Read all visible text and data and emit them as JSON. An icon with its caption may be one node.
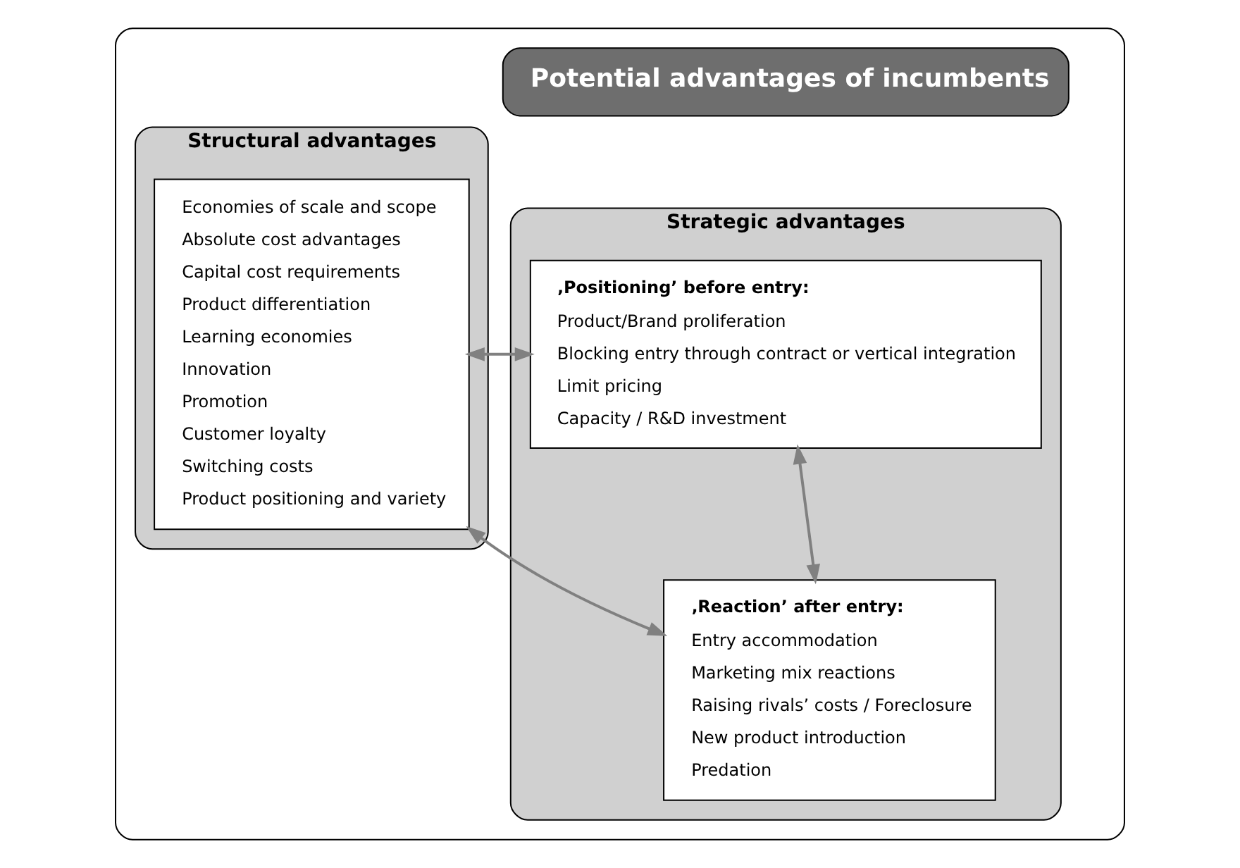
{
  "diagram": {
    "nodes": [
      {
        "text": [],
        "shape": "box"
      },
      {
        "text": [
          "Potential advantages of incumbents"
        ],
        "in": 0
      },
      {
        "text": [
          "Structural advantages"
        ],
        "in": 0
      },
      {
        "text": [
          "Economies of scale and scope",
          "Absolute cost advantages",
          "Capital cost requirements",
          "Product differentiation",
          "Learning economies",
          "Innovation",
          "Promotion",
          "Customer loyalty",
          "Switching costs",
          "Product positioning and variety"
        ],
        "in": 2
      },
      {
        "text": [
          "Strategic advantages"
        ],
        "in": 0
      },
      {
        "text": [
          "‚Positioning’ before entry:",
          "Product/Brand proliferation",
          "Blocking entry through contract or vertical integration",
          "Limit pricing",
          "Capacity / R&D investment"
        ],
        "in": 4
      },
      {
        "text": [
          "‚Reaction’ after entry:",
          "Entry accommodation",
          "Marketing mix reactions",
          "Raising rivals’ costs / Foreclosure",
          "New product introduction",
          "Predation"
        ],
        "in": 4
      }
    ],
    "edges": [
      {
        "from": 3,
        "to": 5,
        "arrow": "both"
      },
      {
        "from": 3,
        "to": 6,
        "arrow": "both"
      },
      {
        "from": 5,
        "to": 6,
        "arrow": "both"
      }
    ]
  }
}
